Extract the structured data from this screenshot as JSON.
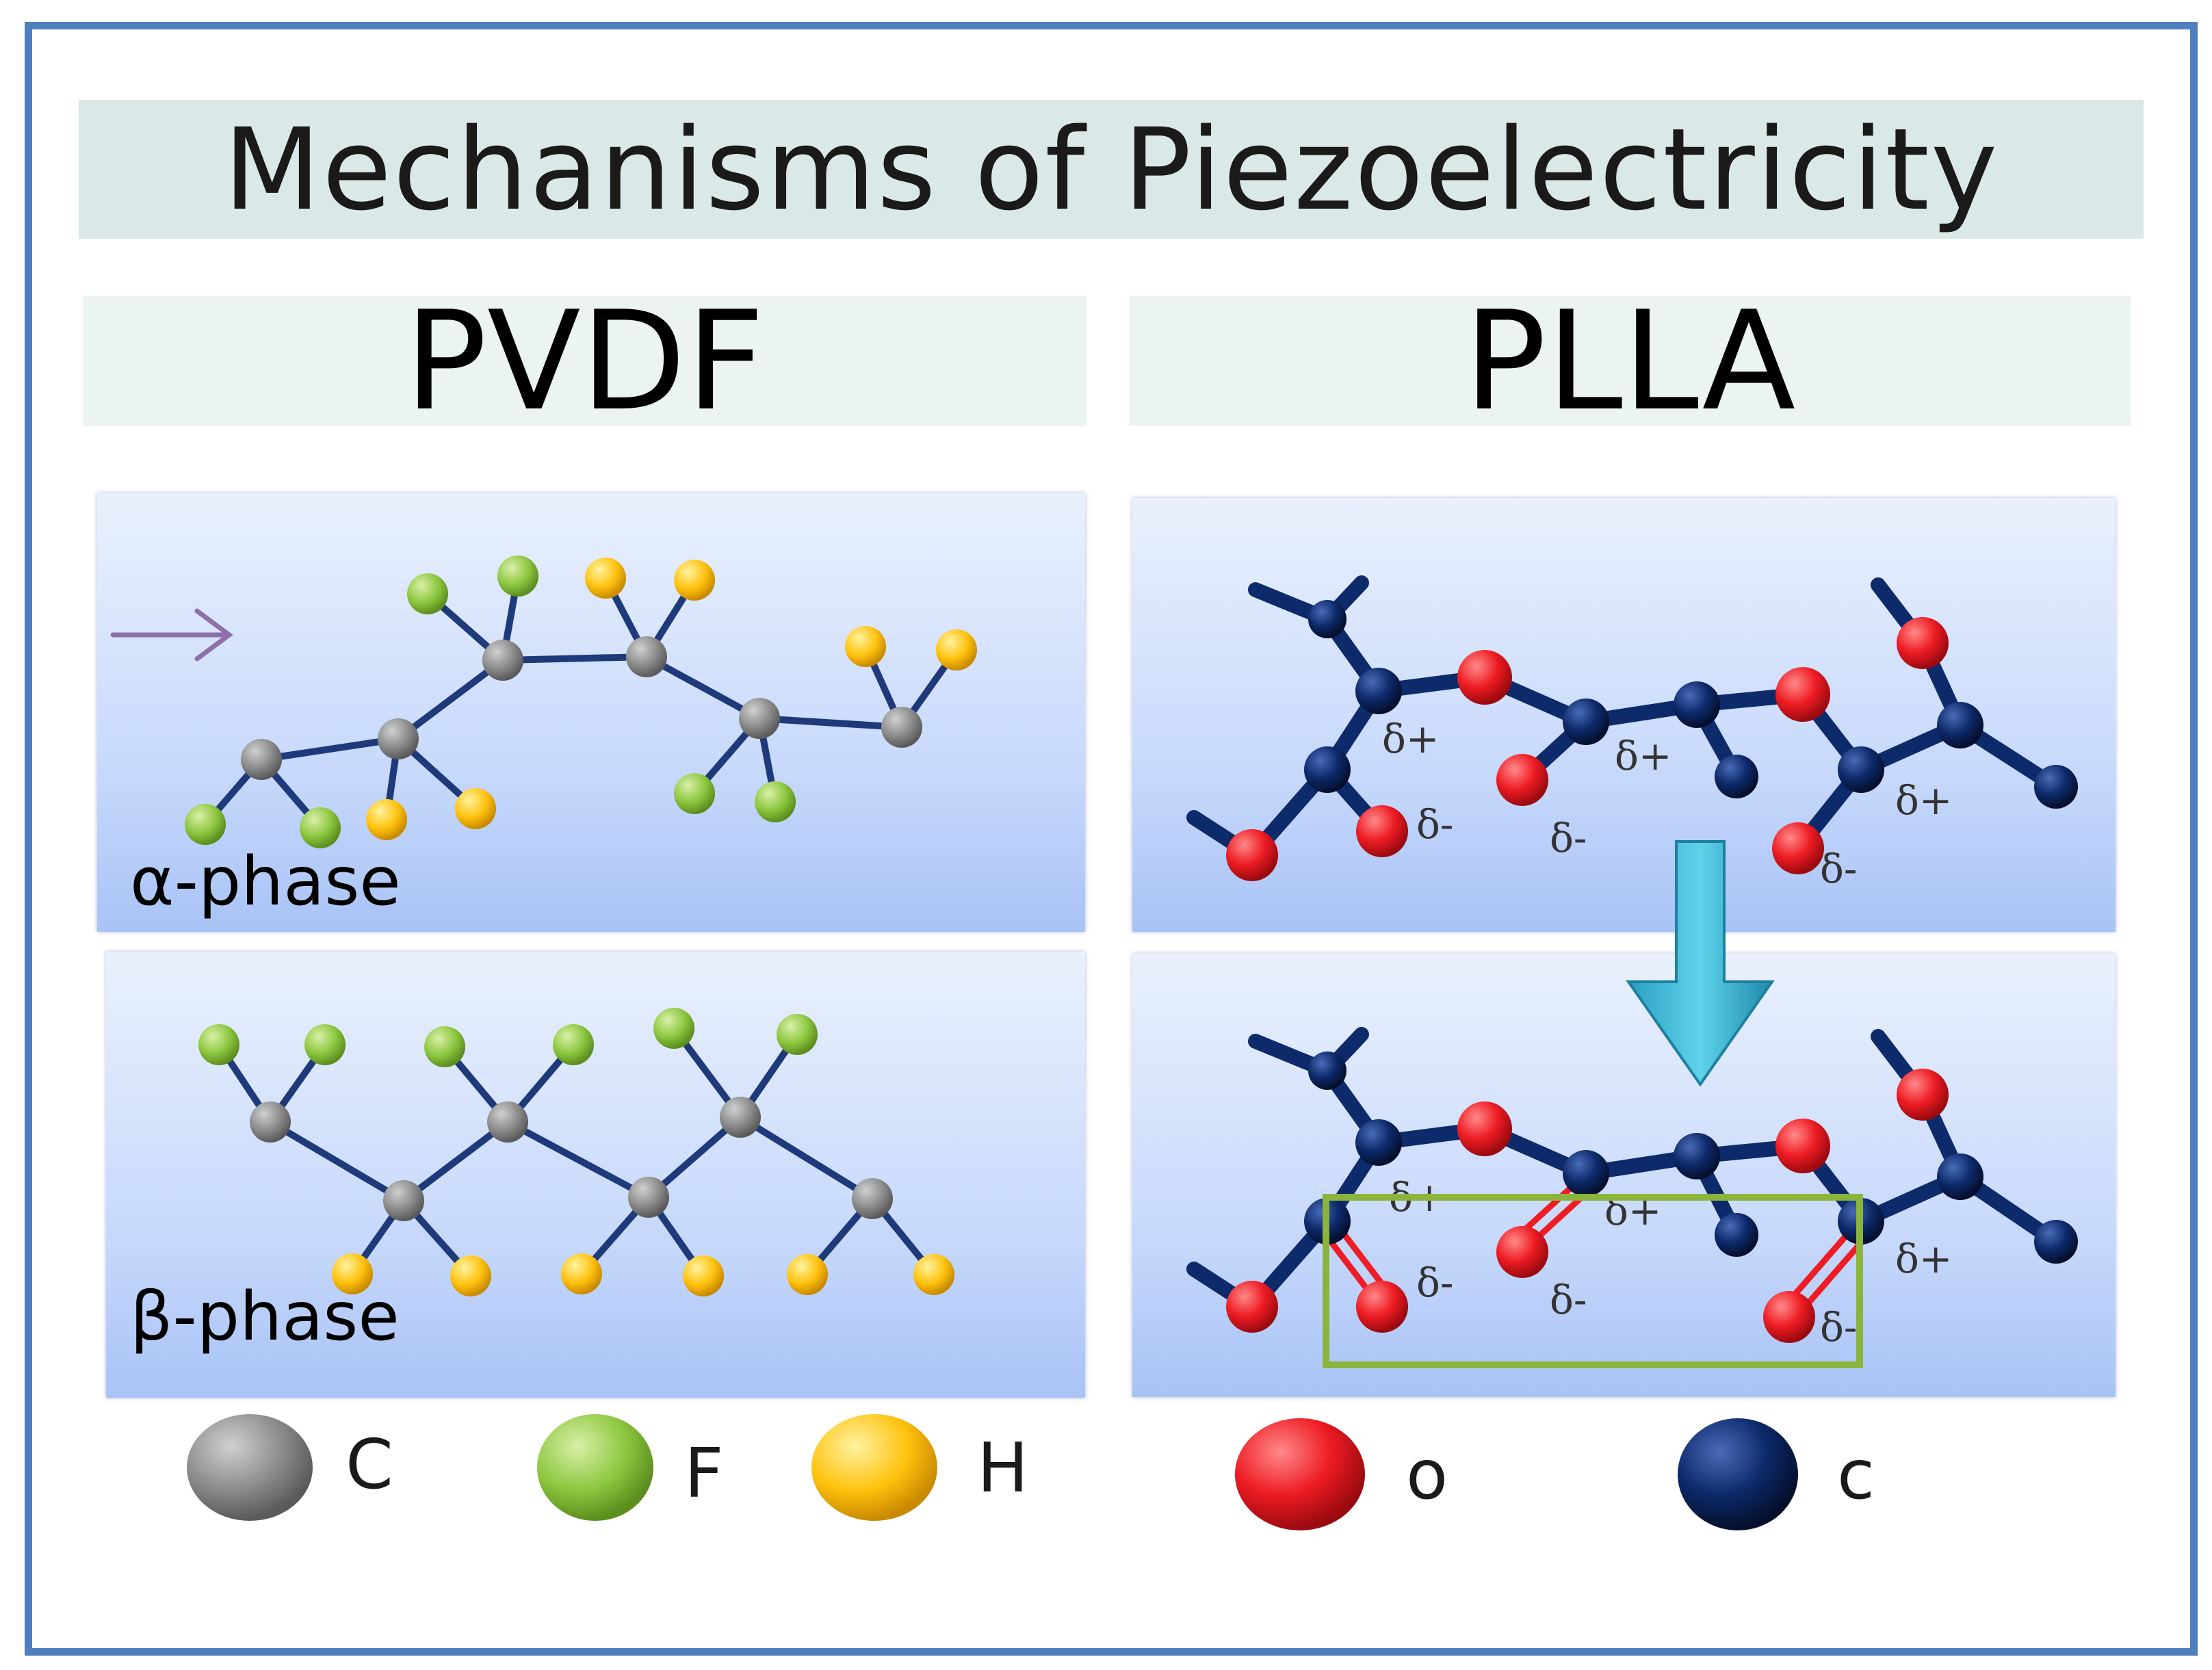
{
  "title": "Mechanisms of Piezoelectricity",
  "headings": {
    "left": "PVDF",
    "right": "PLLA"
  },
  "phases": {
    "alpha": "α-phase",
    "beta": "β-phase"
  },
  "legend_pvdf": [
    {
      "label": "C",
      "color": "#8a8a8a"
    },
    {
      "label": "F",
      "color": "#8cc63f"
    },
    {
      "label": "H",
      "color": "#ffc20e"
    }
  ],
  "legend_plla": [
    {
      "label": "o",
      "color": "#ee1c24"
    },
    {
      "label": "c",
      "color": "#0d2a6b"
    }
  ],
  "charges": {
    "positive": "δ+",
    "negative": "δ-"
  },
  "colors": {
    "frame": "#4f7fbf",
    "title_bg": "#dae9e7",
    "heading_bg": "#ecf4f2",
    "highlight_box": "#8ab43c",
    "arrow": "#3db8d2",
    "bond": "#0d2a6b",
    "purple_arrow": "#8e6fa8"
  }
}
